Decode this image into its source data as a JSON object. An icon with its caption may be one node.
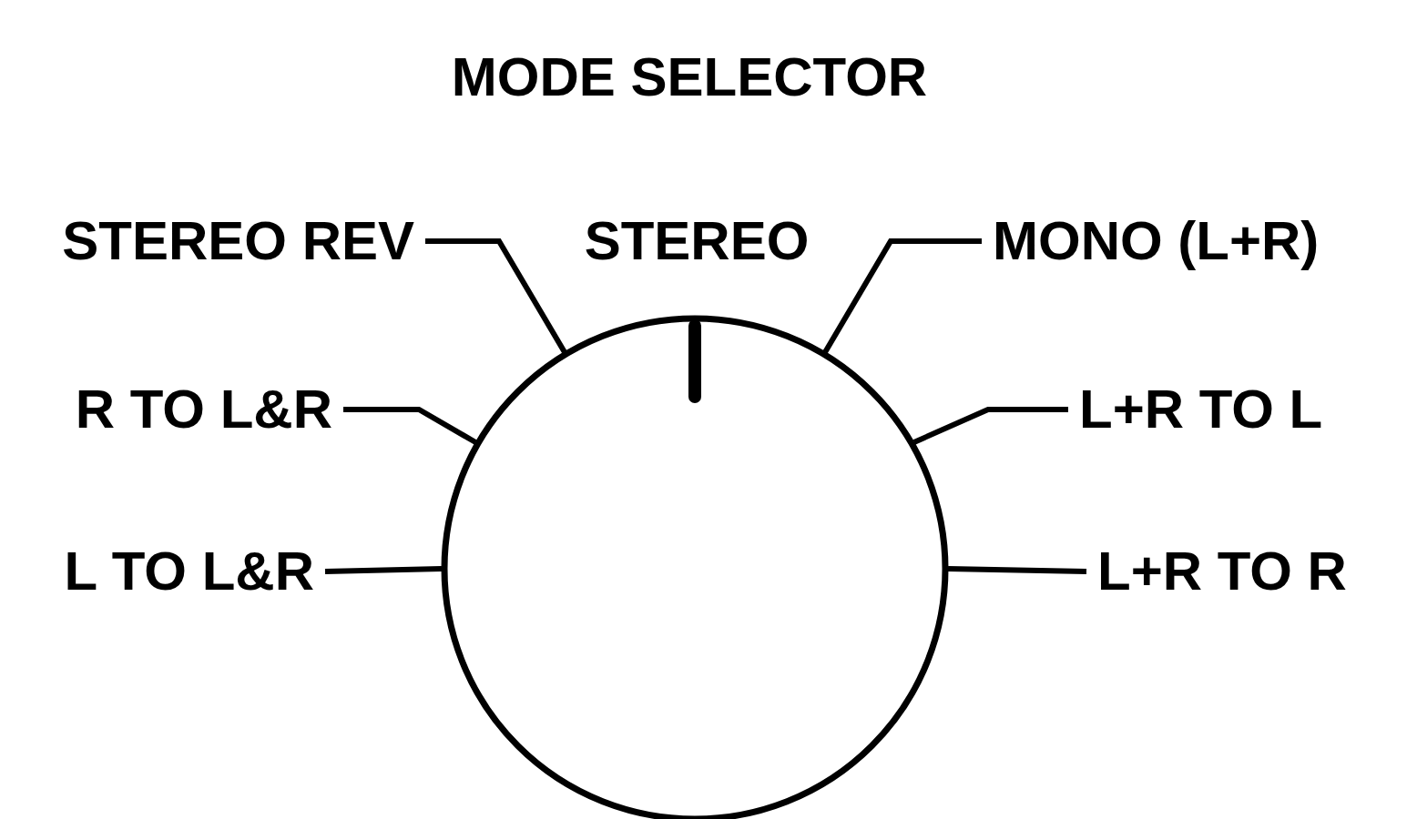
{
  "diagram": {
    "title": "MODE SELECTOR",
    "nodes": [
      {
        "text": [
          "STEREO REV"
        ]
      },
      {
        "text": [
          "MONO (L+R)"
        ]
      },
      {
        "text": [
          "R TO L&R"
        ]
      },
      {
        "text": [
          "L+R TO L"
        ]
      },
      {
        "text": [
          "L TO L&R"
        ]
      },
      {
        "text": [
          "L+R TO R"
        ]
      },
      {
        "text": [],
        "shape": "circle"
      }
    ],
    "edges": [
      {
        "from": 0,
        "to": 6,
        "arrow": "none"
      },
      {
        "from": 1,
        "to": 6,
        "arrow": "none"
      },
      {
        "from": 2,
        "to": 6,
        "arrow": "none"
      },
      {
        "from": 3,
        "to": 6,
        "arrow": "none"
      },
      {
        "from": 4,
        "to": 6,
        "arrow": "none"
      },
      {
        "from": 5,
        "to": 6,
        "arrow": "none"
      }
    ],
    "labels": [
      "STEREO"
    ]
  }
}
